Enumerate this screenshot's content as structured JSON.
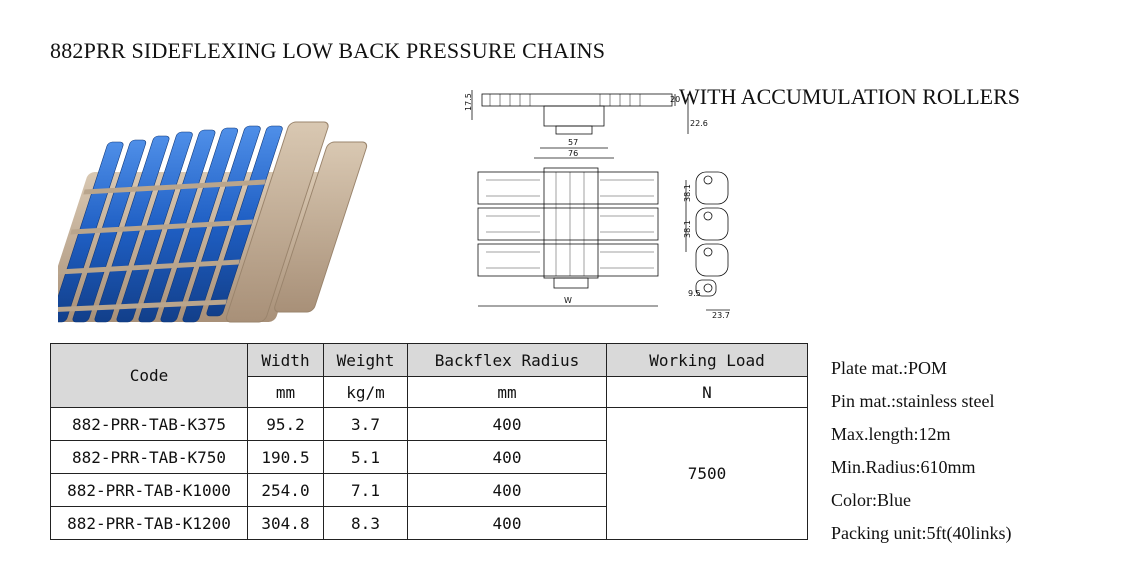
{
  "title": "882PRR SIDEFLEXING LOW BACK PRESSURE CHAINS",
  "subtitle": "WITH ACCUMULATION ROLLERS",
  "drawing": {
    "dims": [
      "17.5",
      "20",
      "22.6",
      "57",
      "76",
      "38.1",
      "38.1",
      "W",
      "9.5",
      "23.7"
    ]
  },
  "table": {
    "headers": {
      "code": "Code",
      "width": "Width",
      "weight": "Weight",
      "backflex": "Backflex Radius",
      "working_load": "Working Load"
    },
    "units": {
      "width": "mm",
      "weight": "kg/m",
      "backflex": "mm",
      "working_load": "N"
    },
    "rows": [
      {
        "code": "882-PRR-TAB-K375",
        "width": "95.2",
        "weight": "3.7",
        "backflex": "400"
      },
      {
        "code": "882-PRR-TAB-K750",
        "width": "190.5",
        "weight": "5.1",
        "backflex": "400"
      },
      {
        "code": "882-PRR-TAB-K1000",
        "width": "254.0",
        "weight": "7.1",
        "backflex": "400"
      },
      {
        "code": "882-PRR-TAB-K1200",
        "width": "304.8",
        "weight": "8.3",
        "backflex": "400"
      }
    ],
    "working_load_value": "7500"
  },
  "properties": [
    "Plate mat.:POM",
    "Pin mat.:stainless steel",
    "Max.length:12m",
    "Min.Radius:610mm",
    "Color:Blue",
    "Packing unit:5ft(40links)"
  ],
  "colors": {
    "roller_blue": "#1f5fc4",
    "plate_beige": "#c8b49c",
    "header_gray": "#d9d9d9"
  }
}
